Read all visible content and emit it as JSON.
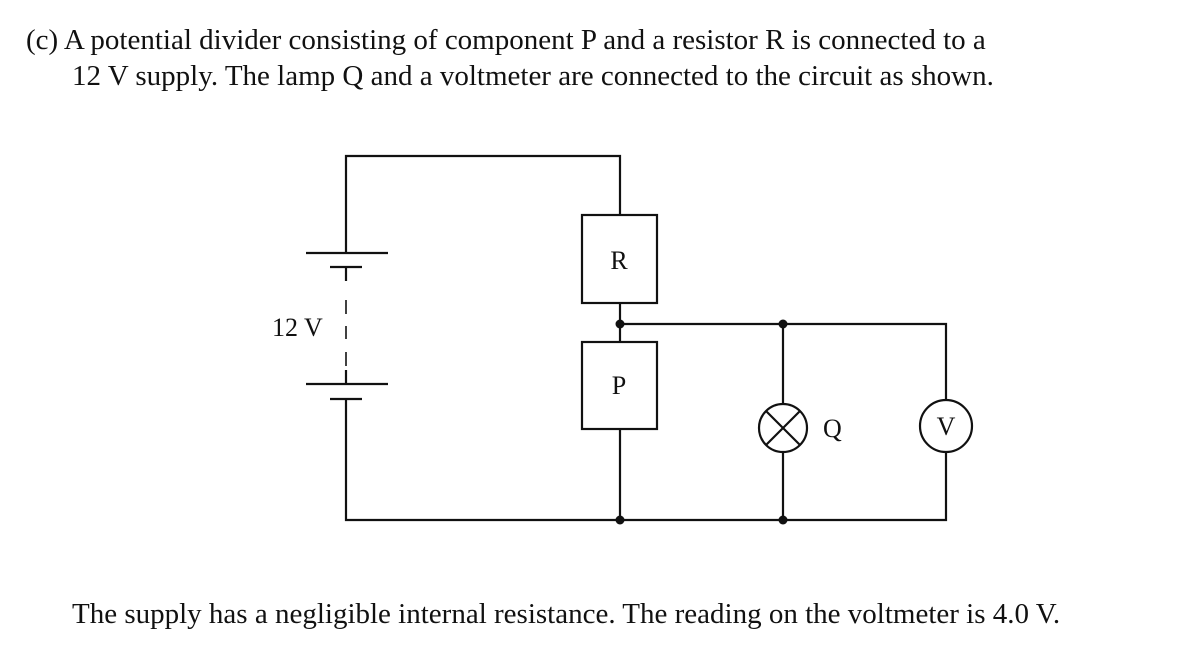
{
  "question": {
    "line1": "(c) A potential divider consisting of component P and a resistor R is connected to a",
    "line2": "12 V supply.  The lamp Q and a voltmeter are connected to the circuit as shown."
  },
  "circuit": {
    "supply_label": "12 V",
    "resistor_label": "R",
    "component_label": "P",
    "lamp_label": "Q",
    "voltmeter_label": "V"
  },
  "footer": "The supply has a negligible internal resistance.  The reading on the voltmeter is 4.0 V."
}
